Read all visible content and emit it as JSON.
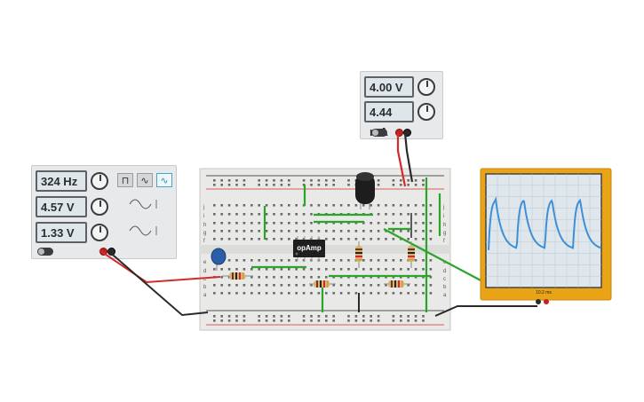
{
  "function_generator": {
    "frequency": "324 Hz",
    "amplitude": "4.57 V",
    "dc_offset": "1.33 V",
    "waveforms": [
      "square",
      "sine",
      "triangle"
    ],
    "selected_waveform": "triangle"
  },
  "power_supply": {
    "voltage": "4.00 V",
    "current": "4.44 mA"
  },
  "breadboard": {
    "row_letters_top": [
      "j",
      "i",
      "h",
      "g",
      "f"
    ],
    "row_letters_bottom": [
      "e",
      "d",
      "c",
      "b",
      "a"
    ],
    "chip_label": "opAmp"
  },
  "oscilloscope": {
    "time_per_div": "10.2 ms"
  },
  "colors": {
    "wire_red": "#d42a2a",
    "wire_black": "#2a2a2a",
    "wire_green": "#2aa52a",
    "scope_frame": "#e8a317",
    "trace": "#3f8fd6"
  }
}
